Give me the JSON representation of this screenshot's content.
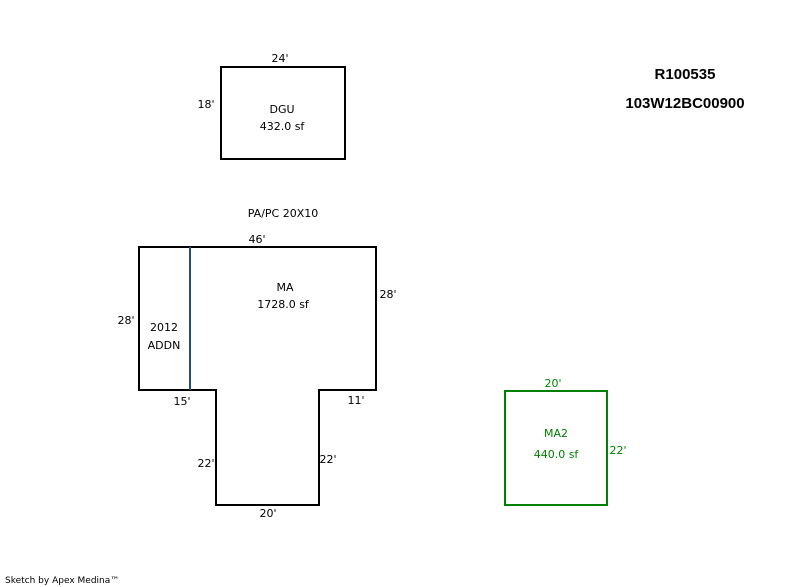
{
  "parcel": {
    "id": "R100535",
    "account": "103W12BC00900"
  },
  "dgu": {
    "name": "DGU",
    "area": "432.0 sf",
    "width_label": "24'",
    "height_label": "18'"
  },
  "porch_note": "PA/PC 20X10",
  "main_area": {
    "name": "MA",
    "area": "1728.0 sf",
    "top_label": "46'",
    "right_label": "28'",
    "left_label": "28'",
    "bottom_left_label": "15'",
    "bottom_right_label": "11'",
    "stem_left_label": "22'",
    "stem_right_label": "22'",
    "stem_bottom_label": "20'"
  },
  "addition": {
    "year": "2012",
    "name": "ADDN"
  },
  "ma2": {
    "name": "MA2",
    "area": "440.0 sf",
    "width_label": "20'",
    "height_label": "22'"
  },
  "footer": "Sketch by Apex Medina™",
  "colors": {
    "outline": "#000000",
    "addition_line": "#1f4e79",
    "ma2_outline": "#008000"
  }
}
